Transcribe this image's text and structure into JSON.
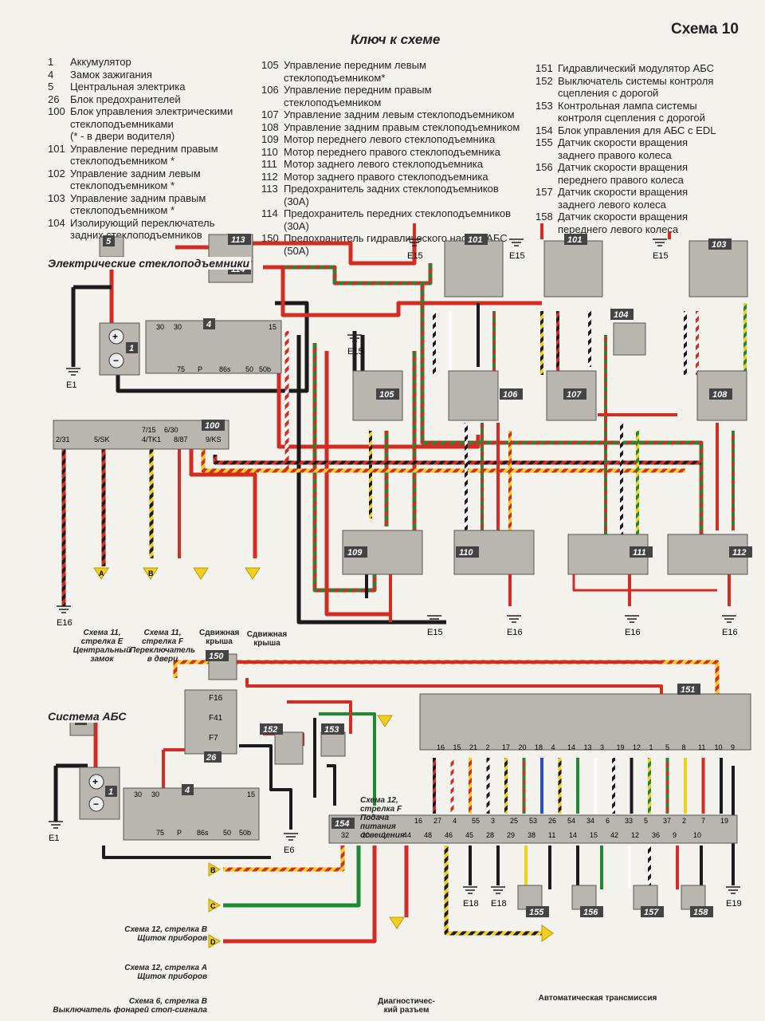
{
  "header": {
    "scheme_number": "Схема 10",
    "key_title": "Ключ к схеме"
  },
  "legend": {
    "col1": [
      {
        "n": "1",
        "t": "Аккумулятор"
      },
      {
        "n": "4",
        "t": "Замок зажигания"
      },
      {
        "n": "5",
        "t": "Центральная электрика"
      },
      {
        "n": "26",
        "t": "Блок предохранителей"
      },
      {
        "n": "100",
        "t": "Блок управления электрическими\nстеклоподъемниками\n(* - в двери водителя)"
      },
      {
        "n": "101",
        "t": "Управление передним правым\nстеклоподъемником *"
      },
      {
        "n": "102",
        "t": "Управление задним левым\nстеклоподъемником *"
      },
      {
        "n": "103",
        "t": "Управление задним правым\nстеклоподъемником *"
      },
      {
        "n": "104",
        "t": "Изолирующий переключатель\nзадних стеклоподъемников"
      }
    ],
    "col2": [
      {
        "n": "105",
        "t": "Управление передним левым стеклоподъемником*"
      },
      {
        "n": "106",
        "t": "Управление передним правым\nстеклоподъемником"
      },
      {
        "n": "107",
        "t": "Управление задним левым стеклоподъемником"
      },
      {
        "n": "108",
        "t": "Управление задним правым стеклоподъемником"
      },
      {
        "n": "109",
        "t": "Мотор переднего левого стеклоподъемника"
      },
      {
        "n": "110",
        "t": "Мотор переднего правого стеклоподъемника"
      },
      {
        "n": "111",
        "t": "Мотор заднего левого стеклоподъемника"
      },
      {
        "n": "112",
        "t": "Мотор заднего правого стеклоподъемника"
      },
      {
        "n": "113",
        "t": "Предохранитель задних стеклоподъемников\n(30A)"
      },
      {
        "n": "114",
        "t": "Предохранитель передних стеклоподъемников\n(30A)"
      },
      {
        "n": "150",
        "t": "Предохранитель гидравлического насоса АБС\n(50A)"
      }
    ],
    "col3": [
      {
        "n": "151",
        "t": "Гидравлический модулятор АБС"
      },
      {
        "n": "152",
        "t": "Выключатель системы контроля\nсцепления с дорогой"
      },
      {
        "n": "153",
        "t": "Контрольная лампа системы\nконтроля сцепления с дорогой"
      },
      {
        "n": "154",
        "t": "Блок управления для АБС с EDL"
      },
      {
        "n": "155",
        "t": "Датчик скорости вращения\nзаднего правого колеса"
      },
      {
        "n": "156",
        "t": "Датчик скорости вращения\nпереднего правого колеса"
      },
      {
        "n": "157",
        "t": "Датчик скорости вращения\nзаднего левого колеса"
      },
      {
        "n": "158",
        "t": "Датчик скорости вращения\nпереднего левого колеса"
      }
    ]
  },
  "sections": {
    "windows": "Электрические стеклоподъемники",
    "abs": "Система АБС"
  },
  "components": {
    "c1": "1",
    "c4": "4",
    "c5": "5",
    "c100": "100",
    "c101": "101",
    "c103": "103",
    "c104": "104",
    "c105": "105",
    "c106": "106",
    "c107": "107",
    "c108": "108",
    "c109": "109",
    "c110": "110",
    "c111": "111",
    "c112": "112",
    "c113": "113",
    "c114": "114",
    "c150": "150",
    "c151": "151",
    "c152": "152",
    "c153": "153",
    "c154": "154",
    "c155": "155",
    "c156": "156",
    "c157": "157",
    "c158": "158",
    "c26": "26",
    "f16": "F16",
    "f41": "F41",
    "f7": "F7"
  },
  "pins_100": [
    "2/31",
    "5/SK",
    "4/TK1",
    "8/87",
    "9/KS",
    "7/15",
    "6/30"
  ],
  "pins_4": [
    "30",
    "30",
    "15",
    "75",
    "P",
    "86s",
    "50",
    "50b"
  ],
  "pins_154_top": [
    "16",
    "27",
    "4",
    "55",
    "3",
    "25",
    "53",
    "26",
    "54",
    "34",
    "6",
    "33",
    "5",
    "37",
    "2",
    "7",
    "19"
  ],
  "pins_154_bottom": [
    "32",
    "20",
    "1",
    "44",
    "48",
    "46",
    "45",
    "28",
    "29",
    "38",
    "11",
    "14",
    "15",
    "42",
    "12",
    "36",
    "9",
    "10"
  ],
  "pins_151": [
    "16",
    "15",
    "21",
    "2",
    "17",
    "20",
    "18",
    "4",
    "14",
    "13",
    "3",
    "19",
    "12",
    "1",
    "5",
    "8",
    "11",
    "10",
    "9"
  ],
  "grounds": {
    "e1": "E1",
    "e6": "E6",
    "e15": "E15",
    "e16": "E16",
    "e18": "E18",
    "e19": "E19"
  },
  "arrows": {
    "a": "A",
    "b": "B",
    "c": "C",
    "d": "D"
  },
  "captions": {
    "sch11e": "Схема 11,\nстрелка E\nЦентральный\nзамок",
    "sch11f": "Схема 11,\nстрелка F\nПереключатель\nв двери",
    "roof1": "Сдвижная\nкрыша",
    "roof2": "Сдвижная\nкрыша",
    "sch12f": "Схема 12,\nстрелка F\nПодача\nпитания\nосвещения",
    "sch12b": "Схема 12, стрелка B\nЩиток приборов",
    "sch12a": "Схема 12, стрелка A\nЩиток приборов",
    "sch6b": "Схема 6, стрелка B\nВыключатель фонарей стоп-сигнала",
    "diag": "Диагностичес-\nкий разъем",
    "auto": "Автоматическая трансмиссия"
  },
  "colors": {
    "red": "#d42b23",
    "black": "#1b1b1b",
    "yellow": "#f2cf1f",
    "green": "#1f8a34",
    "blue": "#2a4fc0",
    "white": "#fafafa",
    "box": "#b9b6b0"
  }
}
